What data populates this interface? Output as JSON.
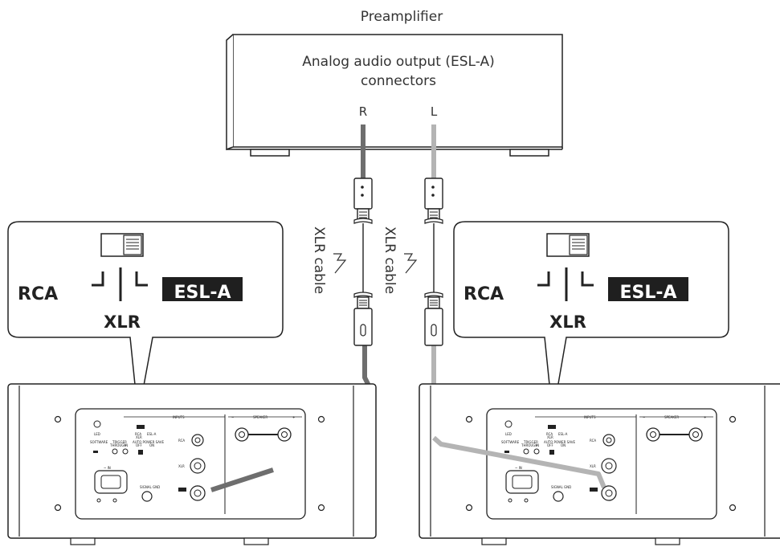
{
  "preamp": {
    "title": "Preamplifier",
    "output_line1": "Analog audio output (ESL-A)",
    "output_line2": "connectors",
    "channel_r": "R",
    "channel_l": "L"
  },
  "cable": {
    "label": "XLR cable"
  },
  "callout": {
    "rca": "RCA",
    "esla": "ESL-A",
    "xlr": "XLR"
  },
  "panel": {
    "inputs": "INPUTS",
    "speaker": "SPEAKER",
    "minus": "−",
    "plus": "+",
    "led": "LED",
    "software": "SOFTWARE",
    "trigger": "TRIGGER",
    "through": "THROUGH",
    "in": "IN",
    "auto_power_save": "AUTO POWER SAVE",
    "off": "OFF",
    "on": "ON",
    "rca": "RCA",
    "xlr": "XLR",
    "esla": "ESL-A",
    "ac_in": "~ IN",
    "signal_gnd": "SIGNAL GND"
  },
  "colors": {
    "cable_r": "#6e6e6e",
    "cable_l": "#b4b4b4",
    "esla_badge": "#1f1f1f"
  }
}
